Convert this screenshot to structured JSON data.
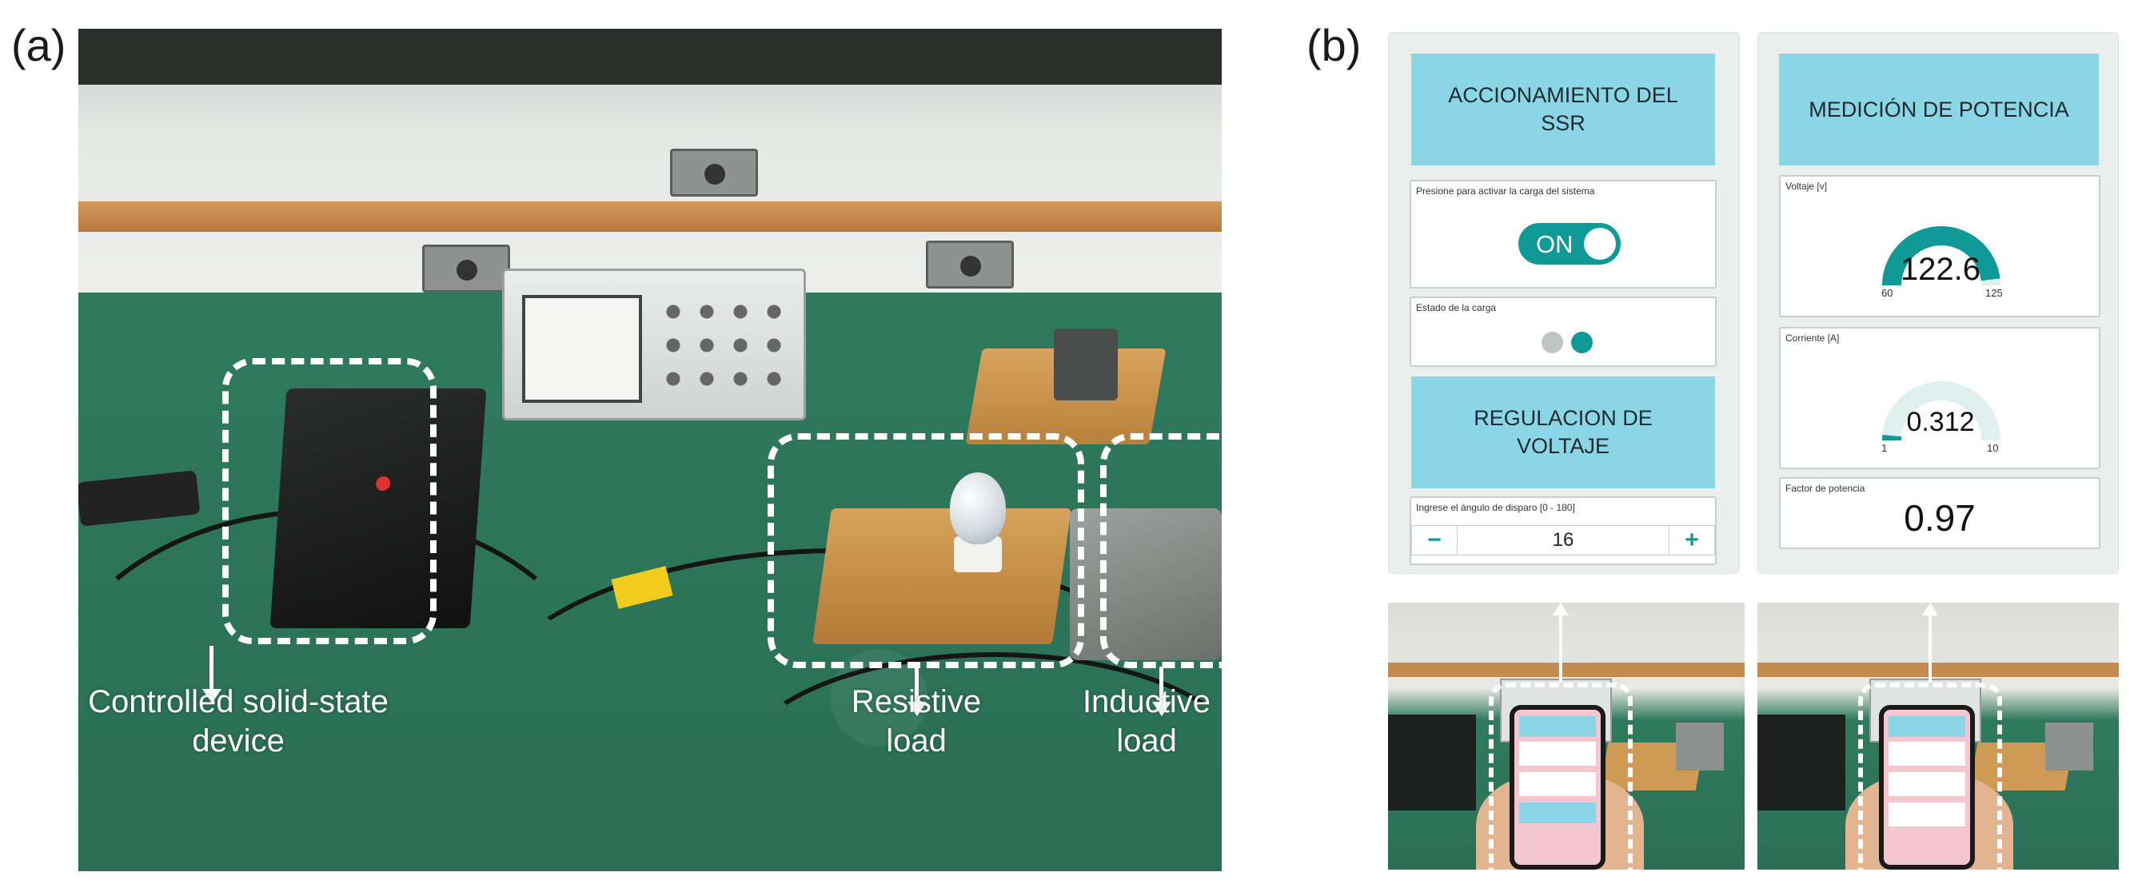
{
  "figure": {
    "panel_a_label": "(a)",
    "panel_b_label": "(b)"
  },
  "photo_a": {
    "captions": {
      "device": [
        "Controlled solid-state",
        "device"
      ],
      "resistive": [
        "Resistive",
        "load"
      ],
      "inductive": [
        "Inductive",
        "load"
      ]
    }
  },
  "app": {
    "left_column": {
      "ssr_header": "ACCIONAMIENTO DEL SSR",
      "switch_widget": {
        "label": "Presione para activar la carga del sistema",
        "toggle_text": "ON",
        "state": "on"
      },
      "load_state_widget": {
        "label": "Estado de la carga",
        "dot_colors": [
          "#bfc5c3",
          "#0f9a97"
        ]
      },
      "voltage_header": "REGULACION DE VOLTAJE",
      "angle_widget": {
        "label": "Ingrese el ángulo de disparo [0 - 180]",
        "minus": "−",
        "value": "16",
        "plus": "+"
      }
    },
    "right_column": {
      "power_header": "MEDICIÓN DE POTENCIA",
      "voltage_gauge": {
        "label": "Voltaje [v]",
        "value": "122.6",
        "min": "60",
        "max": "125",
        "numeric_value": 122.6,
        "numeric_min": 60,
        "numeric_max": 125
      },
      "current_gauge": {
        "label": "Corriente [A]",
        "value": "0.312",
        "min": "1",
        "max": "10",
        "numeric_value": 0.312,
        "numeric_min": 1,
        "numeric_max": 10
      },
      "power_factor": {
        "label": "Factor de potencia",
        "value": "0.97"
      }
    },
    "colors": {
      "accent": "#0f9a97",
      "header_bg": "#8ad6e7",
      "gauge_track": "#dff0ee"
    }
  }
}
